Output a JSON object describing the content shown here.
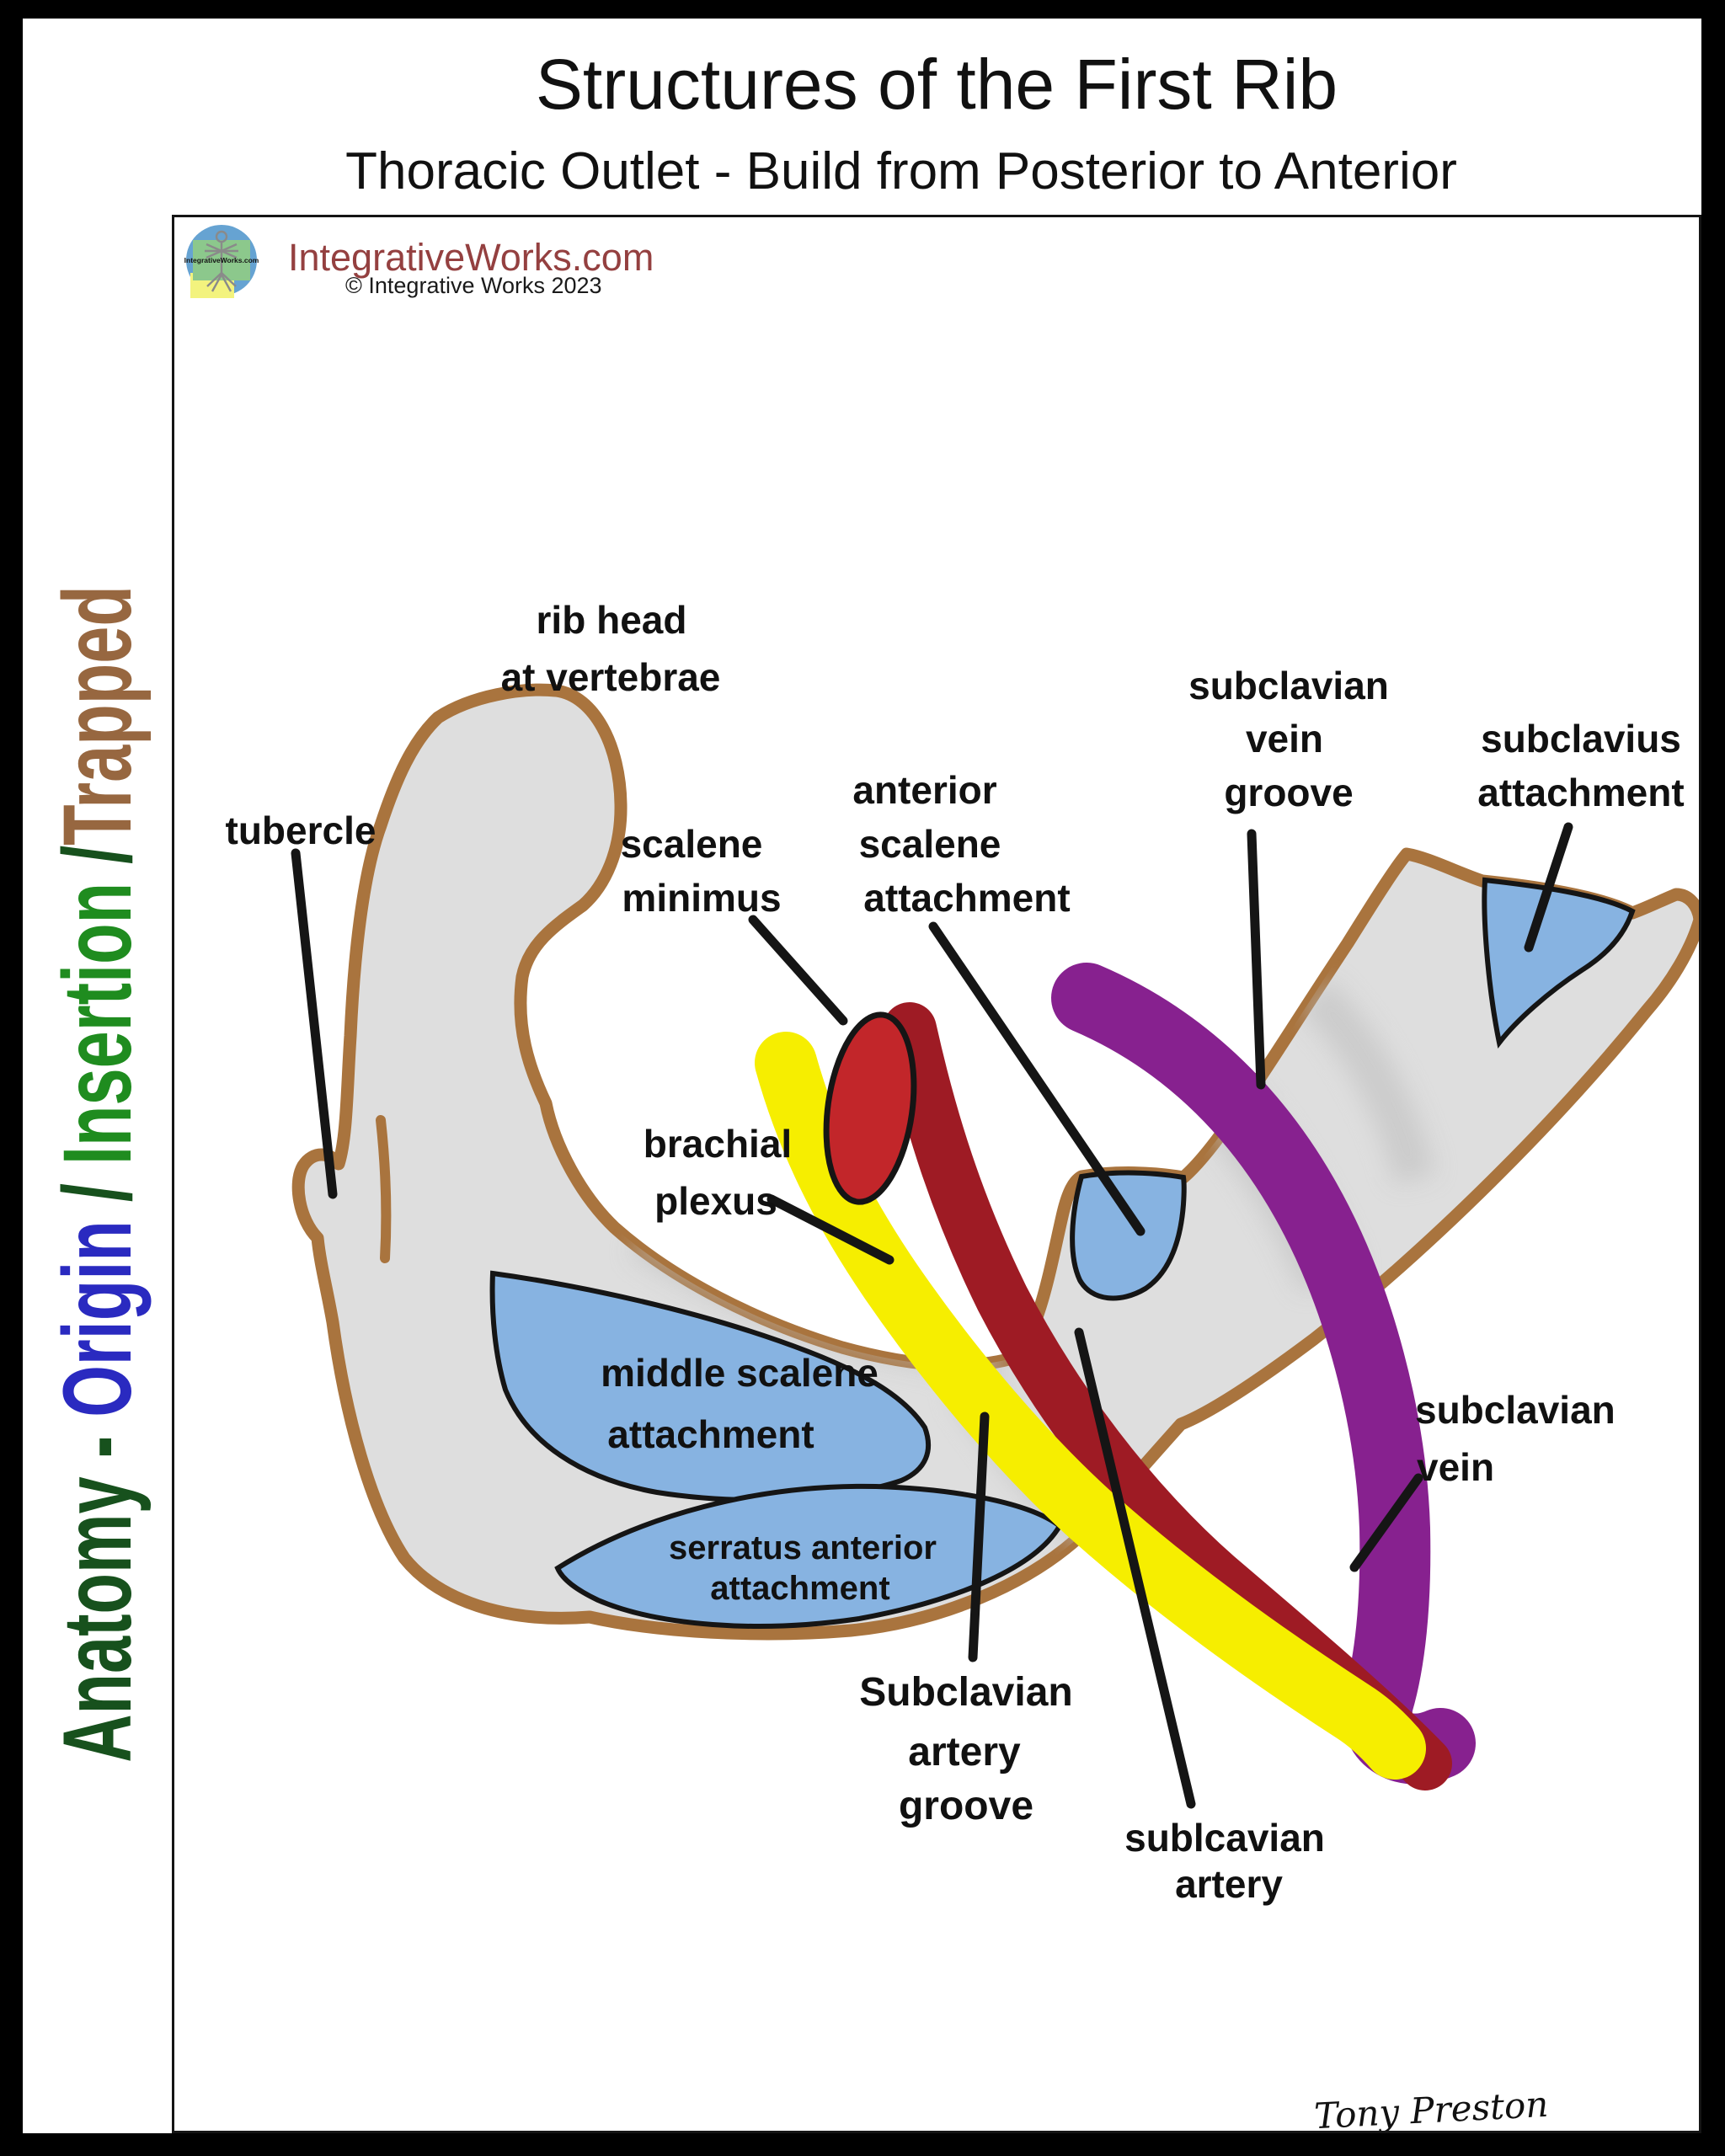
{
  "title": "Structures of the First Rib",
  "subtitle": "Thoracic Outlet - Build from Posterior to Anterior",
  "brand": {
    "site": "IntegrativeWorks.com",
    "copyright": "© Integrative Works 2023",
    "logo_text": "IntegrativeWorks.com"
  },
  "sidebar": {
    "segments": [
      {
        "text": "Anatomy - ",
        "color": "#17511d"
      },
      {
        "text": "Origin",
        "color": "#2a2ac0"
      },
      {
        "text": " / ",
        "color": "#17511d"
      },
      {
        "text": "Insertion",
        "color": "#1f8c1f"
      },
      {
        "text": " /",
        "color": "#17511d"
      },
      {
        "text": "Trapped",
        "color": "#976740"
      }
    ]
  },
  "diagram": {
    "labels": {
      "rib_head": [
        "rib head",
        "at vertebrae"
      ],
      "tubercle": [
        "tubercle"
      ],
      "scalene_minimus": [
        "scalene",
        "minimus"
      ],
      "anterior_scalene": [
        "anterior",
        "scalene",
        "attachment"
      ],
      "subclavian_vein_groove": [
        "subclavian",
        "vein",
        "groove"
      ],
      "subclavius_attachment": [
        "subclavius",
        "attachment"
      ],
      "brachial_plexus": [
        "brachial",
        "plexus"
      ],
      "middle_scalene": [
        "middle scalene",
        "attachment"
      ],
      "serratus_anterior": [
        "serratus anterior",
        "attachment"
      ],
      "subclavian_artery_groove": [
        "Subclavian",
        "artery",
        "groove"
      ],
      "subclavian_artery": [
        "sublcavian",
        "artery"
      ],
      "subclavian_vein": [
        "subclavian",
        "vein"
      ]
    },
    "colors": {
      "rib_fill": "#dedede",
      "rib_outline": "#a9743e",
      "attachment_fill": "#87b3e1",
      "attachment_outline": "#151515",
      "scalene_minimus_fill": "#c2262a",
      "artery_red": "#9e1b24",
      "plexus_yellow": "#f6ee00",
      "vein_purple": "#87218f",
      "callout_black": "#151515",
      "shadow_gray": "#bdbdbd"
    }
  },
  "signature": "Tony Preston"
}
